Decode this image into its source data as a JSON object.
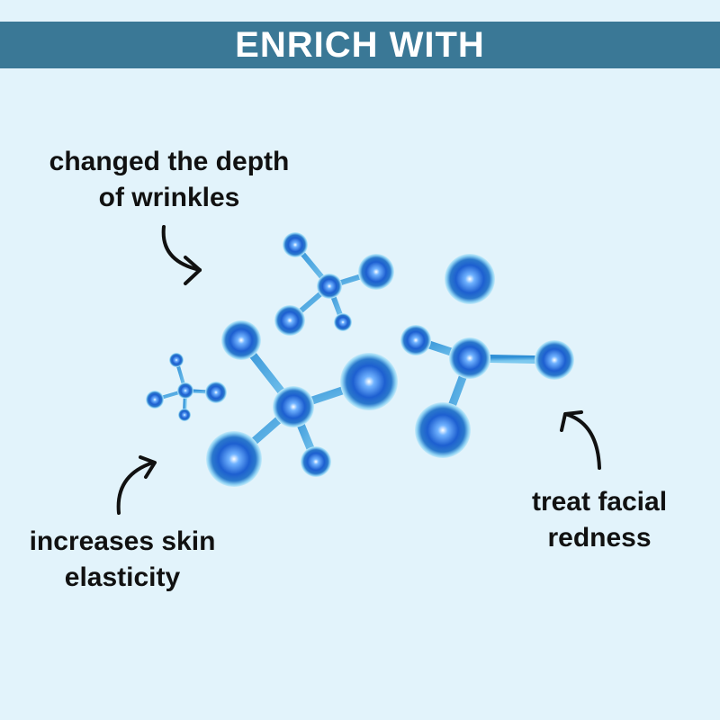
{
  "header": {
    "title": "ENRICH WITH"
  },
  "captions": {
    "wrinkles": "changed the depth\nof wrinkles",
    "elasticity": "increases skin\nelasticity",
    "redness": "treat facial\nredness"
  },
  "colors": {
    "banner": "#3a7896",
    "background": "#e2f3fb",
    "molecule": "#1f63c8"
  },
  "icons": [
    "curved-arrow-icon",
    "molecule-icon"
  ]
}
